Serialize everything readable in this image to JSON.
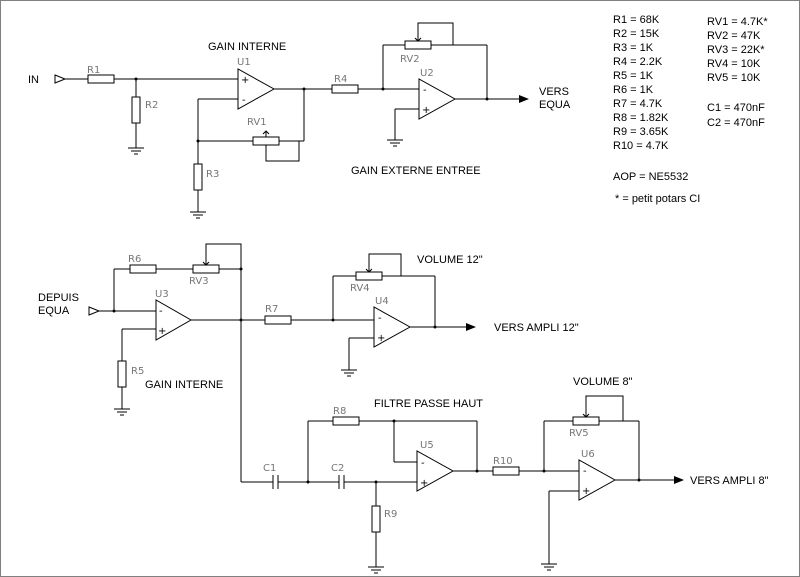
{
  "labels": {
    "in": "IN",
    "vers_equa_1": "VERS",
    "vers_equa_2": "EQUA",
    "gain_interne_top": "GAIN INTERNE",
    "gain_externe": "GAIN EXTERNE ENTREE",
    "depuis_1": "DEPUIS",
    "depuis_2": "EQUA",
    "gain_interne_mid": "GAIN INTERNE",
    "volume_12": "VOLUME 12\"",
    "vers_ampli_12": "VERS AMPLI 12\"",
    "filtre": "FILTRE PASSE HAUT",
    "volume_8": "VOLUME 8\"",
    "vers_ampli_8": "VERS AMPLI 8\""
  },
  "refs": {
    "R1": "R1",
    "R2": "R2",
    "R3": "R3",
    "R4": "R4",
    "R5": "R5",
    "R6": "R6",
    "R7": "R7",
    "R8": "R8",
    "R9": "R9",
    "R10": "R10",
    "RV1": "RV1",
    "RV2": "RV2",
    "RV3": "RV3",
    "RV4": "RV4",
    "RV5": "RV5",
    "U1": "U1",
    "U2": "U2",
    "U3": "U3",
    "U4": "U4",
    "U5": "U5",
    "U6": "U6",
    "C1": "C1",
    "C2": "C2"
  },
  "values_left": [
    "R1 = 68K",
    "R2 = 15K",
    "R3 = 1K",
    "R4 = 2.2K",
    "R5 = 1K",
    "R6 = 1K",
    "R7 = 4.7K",
    "R8 = 1.82K",
    "R9 = 3.65K",
    "R10 = 4.7K"
  ],
  "values_right": [
    "RV1 = 4.7K*",
    "RV2 = 47K",
    "RV3 = 22K*",
    "RV4 = 10K",
    "RV5 = 10K"
  ],
  "values_caps": [
    "C1 = 470nF",
    "C2 = 470nF"
  ],
  "aop": "AOP = NE5532",
  "note": "* = petit potars CI",
  "signs": {
    "minus": "-",
    "plus": "+"
  }
}
